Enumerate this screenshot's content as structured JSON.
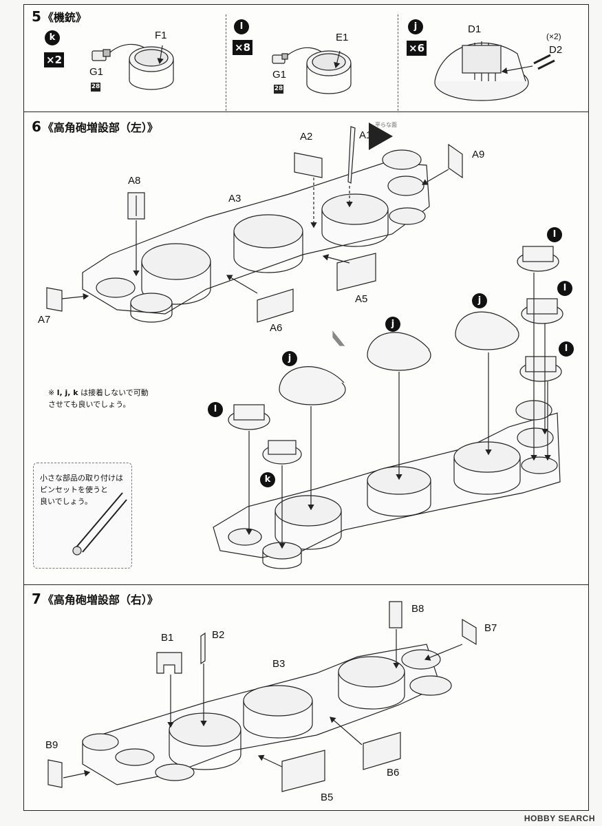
{
  "step5": {
    "num": "5",
    "title": "《機銃》",
    "panels": [
      {
        "tag": "k",
        "mult": "×2",
        "parts": [
          "F1",
          "G1"
        ],
        "num_box": "28"
      },
      {
        "tag": "l",
        "mult": "×8",
        "parts": [
          "E1",
          "G1"
        ],
        "num_box": "28"
      },
      {
        "tag": "j",
        "mult": "×6",
        "parts": [
          "D1",
          "D2"
        ],
        "qty": "(×2)"
      }
    ]
  },
  "step6": {
    "num": "6",
    "title": "《高角砲増設部（左）》",
    "parts": [
      "A1",
      "A2",
      "A3",
      "A5",
      "A6",
      "A7",
      "A8",
      "A9"
    ],
    "flat_side": "平らな面",
    "callouts": [
      "l",
      "l",
      "l",
      "j",
      "j",
      "j",
      "l",
      "k"
    ],
    "note_optional_line1": "※ ",
    "note_optional_tags": "l, j, k",
    "note_optional_line1b": " は接着しないで可動",
    "note_optional_line2": "させても良いでしょう。",
    "note_tweezers": [
      "小さな部品の取り付けは",
      "ピンセットを使うと",
      "良いでしょう。"
    ]
  },
  "step7": {
    "num": "7",
    "title": "《高角砲増設部（右）》",
    "parts": [
      "B1",
      "B2",
      "B3",
      "B5",
      "B6",
      "B7",
      "B8",
      "B9"
    ]
  },
  "watermark": "HOBBY SEARCH"
}
